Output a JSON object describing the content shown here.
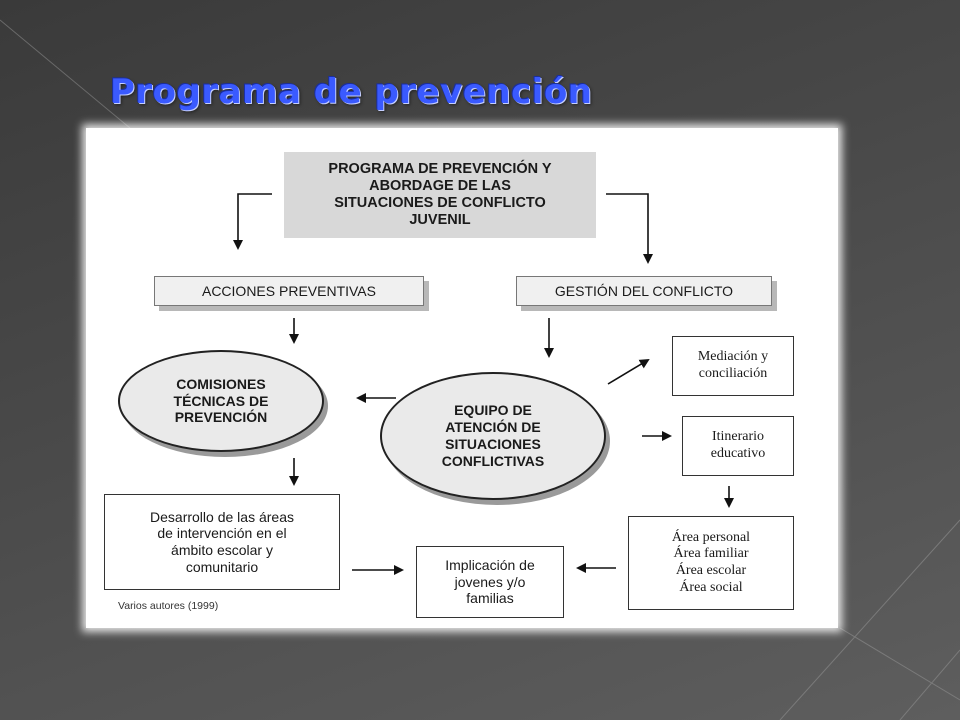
{
  "slide": {
    "title": "Programa de prevención",
    "background_color": "#4a4a4a",
    "title_color": "#3a5aff"
  },
  "diagram": {
    "nodes": {
      "program": "PROGRAMA DE PREVENCIÓN Y\nABORDAGE DE LAS\nSITUACIONES DE CONFLICTO\nJUVENIL",
      "preventive_actions": "ACCIONES PREVENTIVAS",
      "conflict_management": "GESTIÓN DEL CONFLICTO",
      "technical_commissions": "COMISIONES\nTÉCNICAS DE\nPREVENCIÓN",
      "attention_team": "EQUIPO DE\nATENCIÓN DE\nSITUACIONES\nCONFLICTIVAS",
      "mediation": "Mediación y\nconciliación",
      "itinerary": "Itinerario\neducativo",
      "areas_development": "Desarrollo de las áreas\nde intervención en el\námbito escolar y\ncomunitario",
      "involvement": "Implicación de\njovenes y/o\nfamilias",
      "areas_list": "Área personal\nÁrea familiar\nÁrea escolar\nÁrea social"
    },
    "source": "Varios autores (1999)"
  }
}
